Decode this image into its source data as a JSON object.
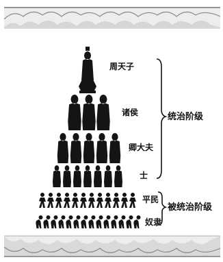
{
  "hierarchy": {
    "tiers": [
      {
        "label": "周天子",
        "count": 1
      },
      {
        "label": "诸侯",
        "count": 3
      },
      {
        "label": "卿大夫",
        "count": 5
      },
      {
        "label": "士",
        "count": 7
      },
      {
        "label": "平民",
        "count": 12
      },
      {
        "label": "奴隶",
        "count": 14
      }
    ],
    "groups": {
      "ruling": "统治阶级",
      "ruled": "被统治阶级"
    }
  },
  "colors": {
    "figure": "#141414",
    "border": "#9a9a9a",
    "background": "#ffffff"
  }
}
